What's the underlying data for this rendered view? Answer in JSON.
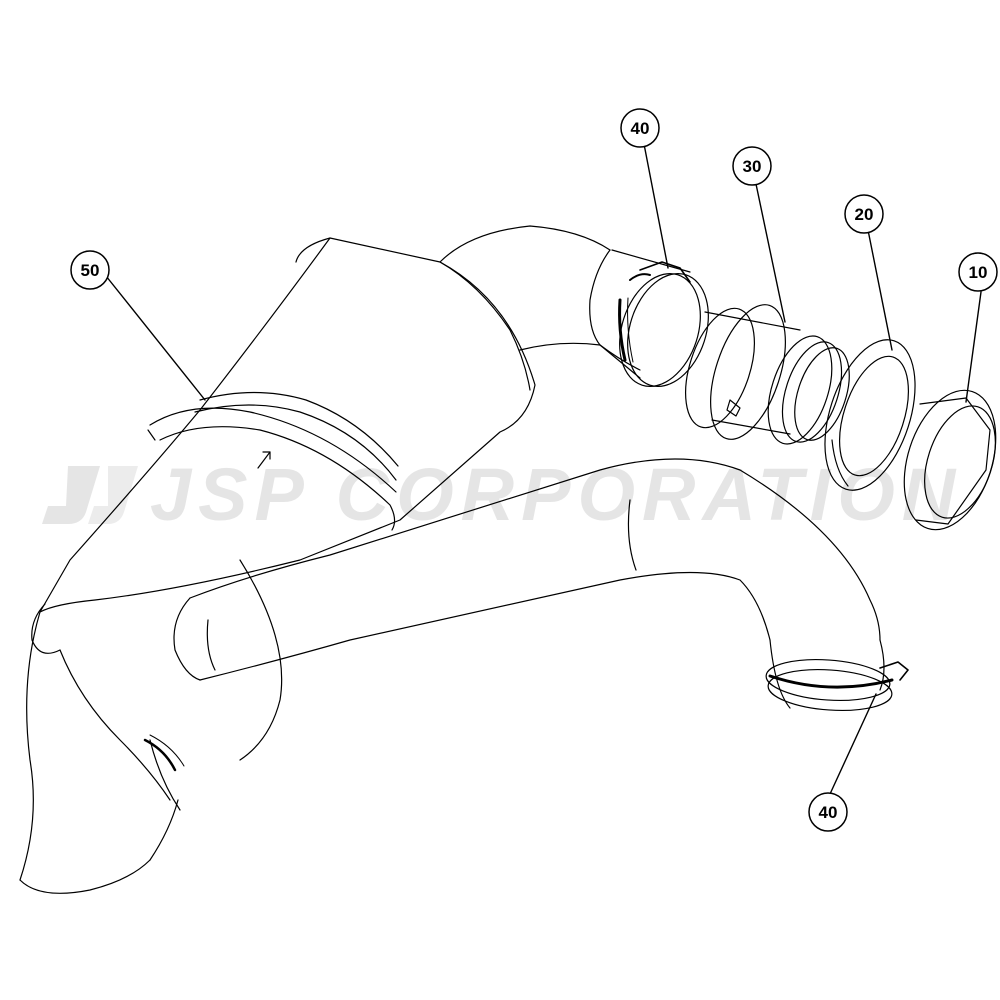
{
  "watermark": {
    "text": "JSP CORPORATION"
  },
  "callouts": [
    {
      "id": "c50",
      "label": "50"
    },
    {
      "id": "c40a",
      "label": "40"
    },
    {
      "id": "c30",
      "label": "30"
    },
    {
      "id": "c20",
      "label": "20"
    },
    {
      "id": "c10",
      "label": "10"
    },
    {
      "id": "c40b",
      "label": "40"
    }
  ],
  "icons": {
    "arrow": "arrow-icon",
    "clamp": "hose-clamp-icon"
  },
  "colors": {
    "line": "#000000",
    "background": "#ffffff",
    "watermark": "#a0a0a0"
  }
}
